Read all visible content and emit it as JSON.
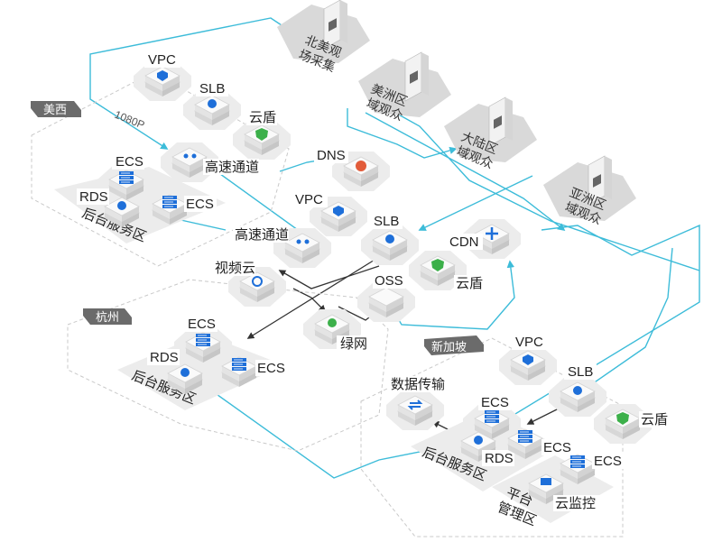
{
  "regions": {
    "meixi": "美西",
    "hangzhou": "杭州",
    "singapore": "新加坡"
  },
  "edge_label_1080p": "1080P",
  "viewer_groups": [
    {
      "l1": "北美观",
      "l2": "场采集"
    },
    {
      "l1": "美洲区",
      "l2": "域观众"
    },
    {
      "l1": "大陆区",
      "l2": "域观众"
    },
    {
      "l1": "亚洲区",
      "l2": "域观众"
    }
  ],
  "nodes": {
    "vpc_us": "VPC",
    "slb_us": "SLB",
    "yundun_us": "云盾",
    "gaosu_us": "高速通道",
    "ecs_us_1": "ECS",
    "rds_us": "RDS",
    "ecs_us_2": "ECS",
    "houtai_us": "后台服务区",
    "dns": "DNS",
    "vpc_mid": "VPC",
    "slb_mid": "SLB",
    "cdn": "CDN",
    "yundun_mid": "云盾",
    "gaosu_mid": "高速通道",
    "video_cloud": "视频云",
    "oss": "OSS",
    "green_net": "绿网",
    "ecs_hz_1": "ECS",
    "rds_hz": "RDS",
    "ecs_hz_2": "ECS",
    "houtai_hz": "后台服务区",
    "vpc_sg": "VPC",
    "slb_sg": "SLB",
    "yundun_sg": "云盾",
    "data_transfer": "数据传输",
    "ecs_sg_1": "ECS",
    "ecs_sg_2": "ECS",
    "rds_sg": "RDS",
    "ecs_sg_3": "ECS",
    "monitor": "云监控",
    "houtai_sg": "后台服务区",
    "platform_l1": "平台",
    "platform_l2": "管理区"
  },
  "colors": {
    "cyan_link": "#3dbcd9",
    "dark_link": "#333333",
    "tile_grey": "#e6e6e6",
    "icon_blue": "#1e6fd9",
    "icon_green": "#3cb04a",
    "icon_red": "#e25c3a"
  }
}
